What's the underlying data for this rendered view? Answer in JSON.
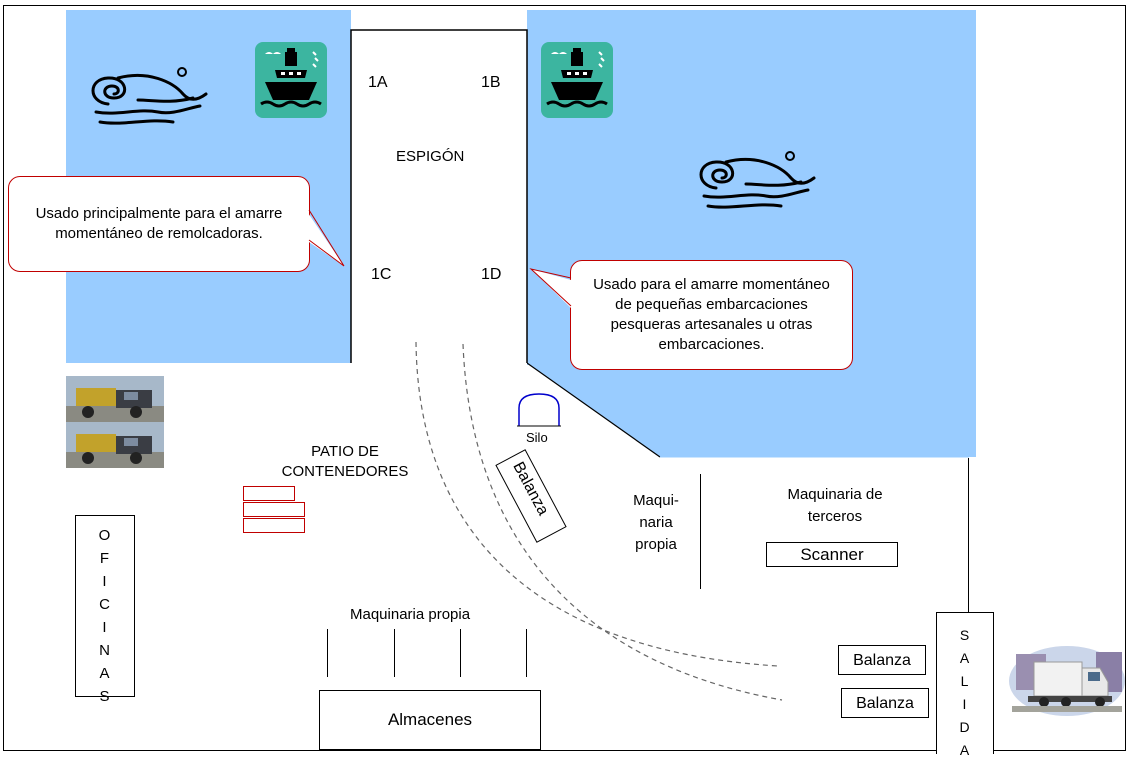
{
  "docks": {
    "pier_label": "ESPIGÓN",
    "berth_1a": "1A",
    "berth_1b": "1B",
    "berth_1c": "1C",
    "berth_1d": "1D"
  },
  "callouts": {
    "left": "Usado principalmente para  el amarre  momentáneo de remolcadoras.",
    "right": "Usado para el amarre momentáneo de pequeñas embarcaciones pesqueras artesanales u otras embarcaciones."
  },
  "labels": {
    "silo": "Silo",
    "balanza_diagonal": "Balanza",
    "patio": "PATIO DE\nCONTENEDORES",
    "maquinaria_propia_short": "Maqui-\nnaria\npropia",
    "maquinaria_terceros": "Maquinaria de\nterceros",
    "scanner": "Scanner",
    "maquinaria_propia": "Maquinaria propia",
    "almacenes": "Almacenes",
    "balanza_1": "Balanza",
    "balanza_2": "Balanza"
  },
  "oficinas_letters": [
    "O",
    "F",
    "I",
    "C",
    "I",
    "N",
    "A",
    "S"
  ],
  "salida_letters": [
    "S",
    "A",
    "L",
    "I",
    "D",
    "A"
  ],
  "colors": {
    "water": "#99ccff",
    "callout_border": "#c00000",
    "container_border": "#c00000",
    "silo_border": "#0000cc",
    "ship_bg": "#3cb5a0"
  },
  "icons": [
    "wave-icon",
    "ship-icon",
    "truck-photo",
    "scanner-box"
  ]
}
